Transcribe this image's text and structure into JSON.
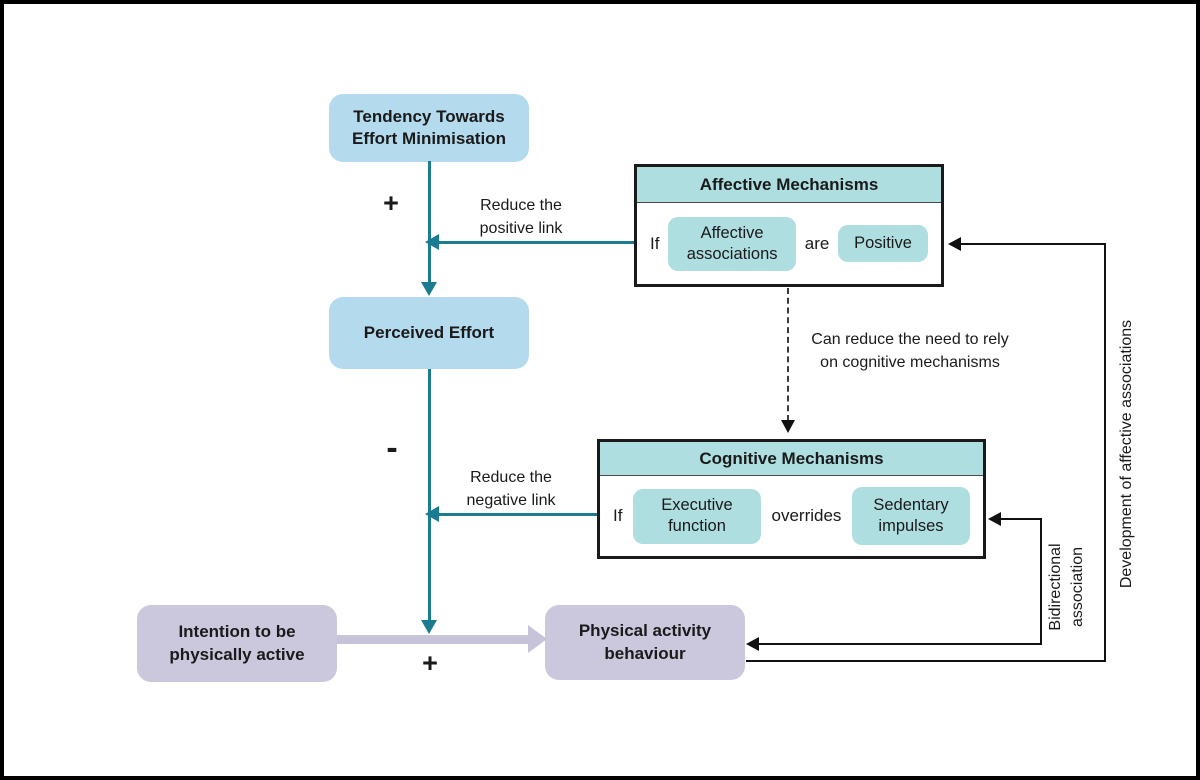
{
  "figure": {
    "nodes": {
      "tendency": "Tendency Towards Effort Minimisation",
      "perceived_effort": "Perceived Effort",
      "intention": "Intention to be physically active",
      "pa_behaviour": "Physical activity behaviour"
    },
    "affective_mechanisms": {
      "title": "Affective Mechanisms",
      "if_label": "If",
      "chip_1": "Affective associations",
      "are_label": "are",
      "chip_2": "Positive"
    },
    "cognitive_mechanisms": {
      "title": "Cognitive Mechanisms",
      "if_label": "If",
      "chip_1": "Executive function",
      "overrides_label": "overrides",
      "chip_2": "Sedentary impulses"
    },
    "edge_labels": {
      "plus_top": "+",
      "minus": "-",
      "plus_bottom": "+",
      "reduce_positive": "Reduce the positive link",
      "reduce_negative": "Reduce the negative link",
      "can_reduce": "Can reduce the need to rely on cognitive mechanisms",
      "bidirectional": "Bidirectional association",
      "development": "Development of affective associations"
    },
    "colors": {
      "node_blue": "#b4daee",
      "node_lavender": "#cbc8de",
      "mechanism_teal": "#aedee0",
      "teal_line": "#1a7b91",
      "black_line": "#111111",
      "purple_arrow": "#c7c4da"
    }
  }
}
